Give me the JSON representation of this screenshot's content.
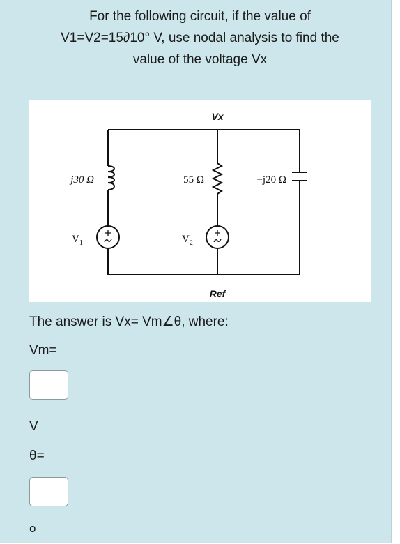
{
  "question": {
    "line1": "For the following circuit, if the value of",
    "line2": "V1=V2=15∂10° V, use nodal analysis to find the",
    "line3": "value of the voltage Vx"
  },
  "circuit": {
    "node_top": "Vx",
    "node_bottom": "Ref",
    "inductor_label": "j30 Ω",
    "resistor_label": "55 Ω",
    "capacitor_label": "−j20 Ω",
    "source1_label": "V",
    "source1_sub": "1",
    "source2_label": "V",
    "source2_sub": "2"
  },
  "answer_prompt": "The answer is Vx= Vm∠θ,  where:",
  "vm_label": "Vm=",
  "vm_value": "",
  "vm_unit": "V",
  "theta_label": "θ=",
  "theta_value": "",
  "theta_unit": "o"
}
